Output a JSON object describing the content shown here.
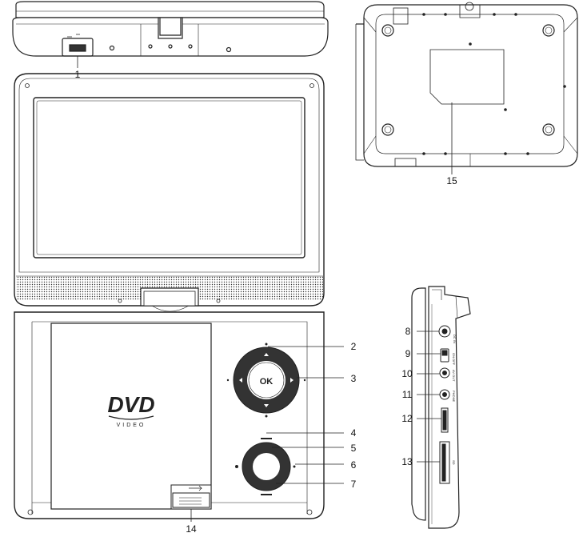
{
  "callouts": [
    {
      "id": "1",
      "label": "1"
    },
    {
      "id": "2",
      "label": "2"
    },
    {
      "id": "3",
      "label": "3"
    },
    {
      "id": "4",
      "label": "4"
    },
    {
      "id": "5",
      "label": "5"
    },
    {
      "id": "6",
      "label": "6"
    },
    {
      "id": "7",
      "label": "7"
    },
    {
      "id": "8",
      "label": "8"
    },
    {
      "id": "9",
      "label": "9"
    },
    {
      "id": "10",
      "label": "10"
    },
    {
      "id": "11",
      "label": "11"
    },
    {
      "id": "12",
      "label": "12"
    },
    {
      "id": "13",
      "label": "13"
    },
    {
      "id": "14",
      "label": "14"
    },
    {
      "id": "15",
      "label": "15"
    }
  ],
  "ok_label": "OK",
  "dvd_logo": "DVD",
  "video_label": "VIDEO",
  "colors": {
    "line": "#222222",
    "fill_dark": "#333333",
    "background": "#ffffff"
  }
}
